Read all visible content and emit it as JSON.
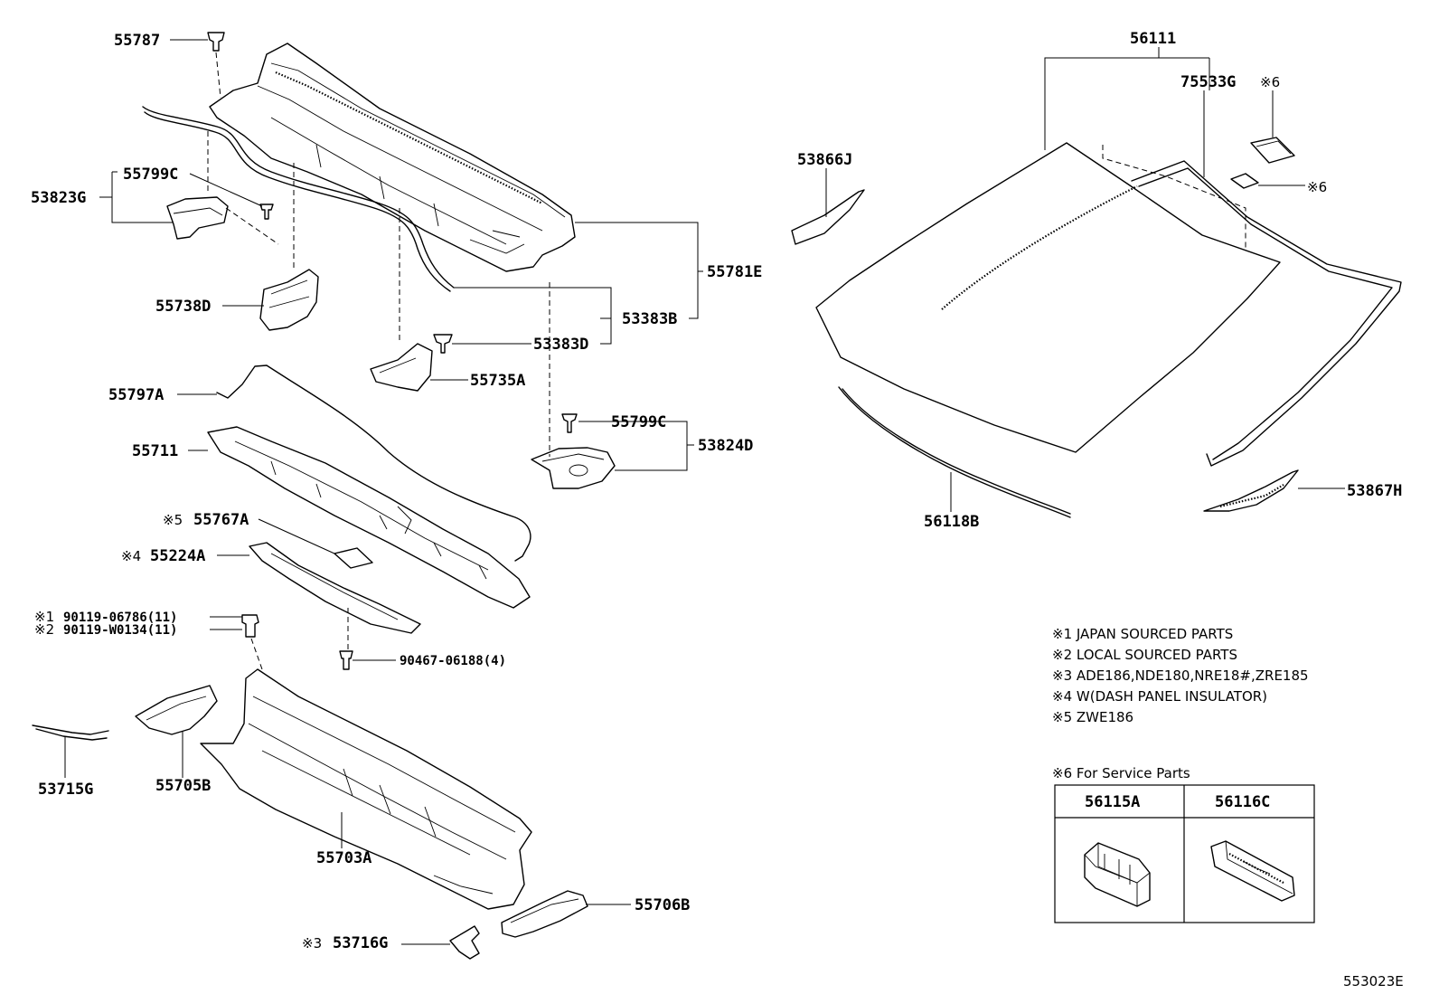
{
  "diagram_id": "553023E",
  "part_labels": {
    "p55787": "55787",
    "p55799c_top": "55799C",
    "p53823g": "53823G",
    "p55738d": "55738D",
    "p55781e": "55781E",
    "p53383b": "53383B",
    "p53383d": "53383D",
    "p55735a": "55735A",
    "p55797a": "55797A",
    "p55799c_mid": "55799C",
    "p53824d": "53824D",
    "p55711": "55711",
    "p55767a": "55767A",
    "p55224a": "55224A",
    "p90119_06786": "90119-06786(11)",
    "p90119_w0134": "90119-W0134(11)",
    "p90467_06188": "90467-06188(4)",
    "p53715g": "53715G",
    "p55705b": "55705B",
    "p55703a": "55703A",
    "p55706b": "55706B",
    "p53716g": "53716G",
    "p56111": "56111",
    "p75533g": "75533G",
    "p53866j": "53866J",
    "p56118b": "56118B",
    "p53867h": "53867H"
  },
  "markers": {
    "m1": "※1",
    "m2": "※2",
    "m3": "※3",
    "m4": "※4",
    "m5": "※5",
    "m6a": "※6",
    "m6b": "※6"
  },
  "notes": [
    "※1 JAPAN SOURCED PARTS",
    "※2 LOCAL SOURCED PARTS",
    "※3 ADE186,NDE180,NRE18#,ZRE185",
    "※4 W(DASH PANEL INSULATOR)",
    "※5 ZWE186"
  ],
  "service_parts": {
    "title": "※6 For Service Parts",
    "columns": [
      "56115A",
      "56116C"
    ]
  }
}
